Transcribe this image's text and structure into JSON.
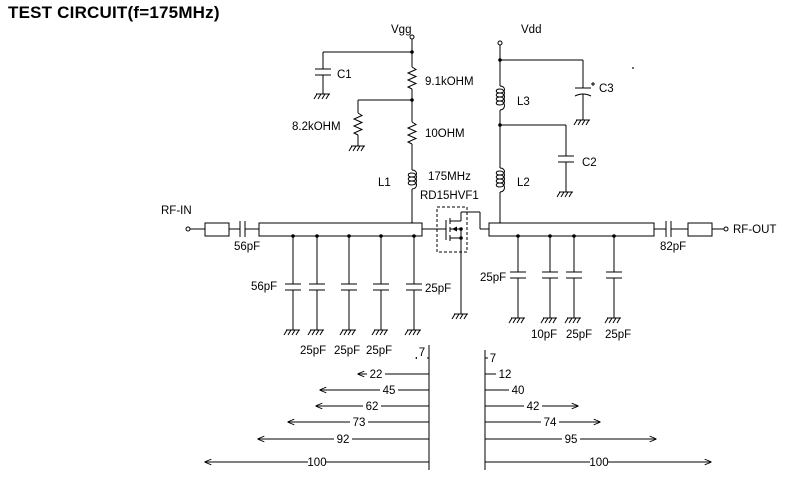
{
  "title": "TEST CIRCUIT(f=175MHz)",
  "labels": {
    "vgg": "Vgg",
    "vdd": "Vdd",
    "c1": "C1",
    "c2": "C2",
    "c3": "C3",
    "r1": "9.1kOHM",
    "r2": "8.2kOHM",
    "r3": "10OHM",
    "l1": "L1",
    "l2": "L2",
    "l3": "L3",
    "freq": "175MHz",
    "device": "RD15HVF1",
    "rf_in": "RF-IN",
    "rf_out": "RF-OUT",
    "c_in_series": "56pF",
    "c_out_series": "82pF",
    "c_in_shunt_56": "56pF",
    "c_in_shunt_25a": "25pF",
    "c_in_shunt_25b": "25pF",
    "c_in_shunt_25c": "25pF",
    "c_in_shunt_25d": "25pF",
    "c_out_shunt_25a": "25pF",
    "c_out_shunt_10": "10pF",
    "c_out_shunt_25b": "25pF",
    "c_out_shunt_25c": "25pF"
  },
  "dims_left": [
    "7",
    "22",
    "45",
    "62",
    "73",
    "92",
    "100"
  ],
  "dims_right": [
    "7",
    "12",
    "40",
    "42",
    "74",
    "95",
    "100"
  ]
}
